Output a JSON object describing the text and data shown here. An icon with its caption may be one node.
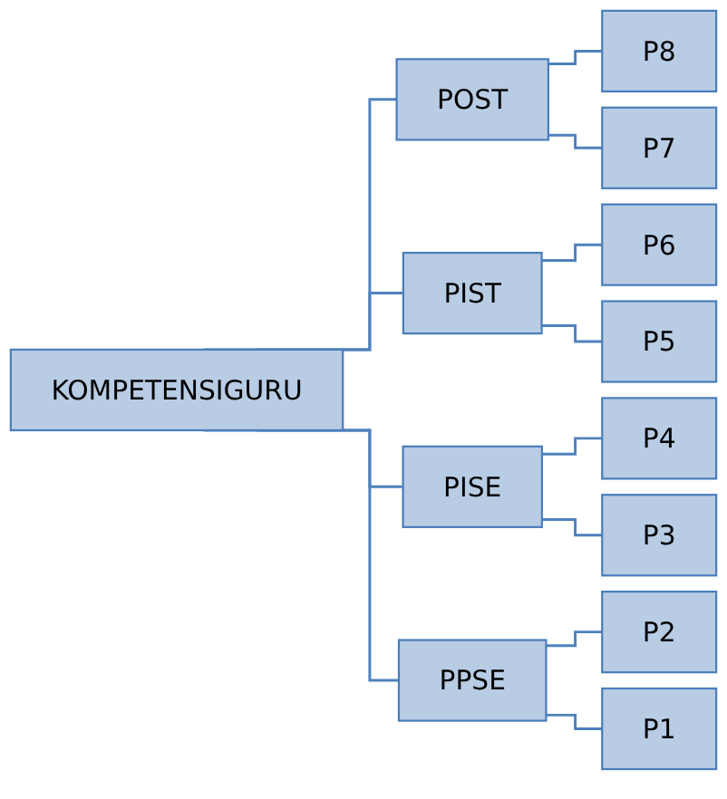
{
  "diagram": {
    "nodes": [
      {
        "text": [
          "KOMPETENSIGURU"
        ]
      },
      {
        "text": [
          "POST"
        ]
      },
      {
        "text": [
          "P8"
        ]
      },
      {
        "text": [
          "P7"
        ]
      },
      {
        "text": [
          "PIST"
        ]
      },
      {
        "text": [
          "P6"
        ]
      },
      {
        "text": [
          "P5"
        ]
      },
      {
        "text": [
          "PISE"
        ]
      },
      {
        "text": [
          "P4"
        ]
      },
      {
        "text": [
          "P3"
        ]
      },
      {
        "text": [
          "PPSE"
        ]
      },
      {
        "text": [
          "P2"
        ]
      },
      {
        "text": [
          "P1"
        ]
      }
    ],
    "edges": [
      {
        "from": 0,
        "to": 1,
        "arrow": "none"
      },
      {
        "from": 0,
        "to": 4,
        "arrow": "none"
      },
      {
        "from": 0,
        "to": 7,
        "arrow": "none"
      },
      {
        "from": 0,
        "to": 10,
        "arrow": "none"
      },
      {
        "from": 1,
        "to": 2,
        "arrow": "none"
      },
      {
        "from": 1,
        "to": 3,
        "arrow": "none"
      },
      {
        "from": 4,
        "to": 5,
        "arrow": "none"
      },
      {
        "from": 4,
        "to": 6,
        "arrow": "none"
      },
      {
        "from": 7,
        "to": 8,
        "arrow": "none"
      },
      {
        "from": 7,
        "to": 9,
        "arrow": "none"
      },
      {
        "from": 10,
        "to": 11,
        "arrow": "none"
      },
      {
        "from": 10,
        "to": 12,
        "arrow": "none"
      }
    ]
  }
}
